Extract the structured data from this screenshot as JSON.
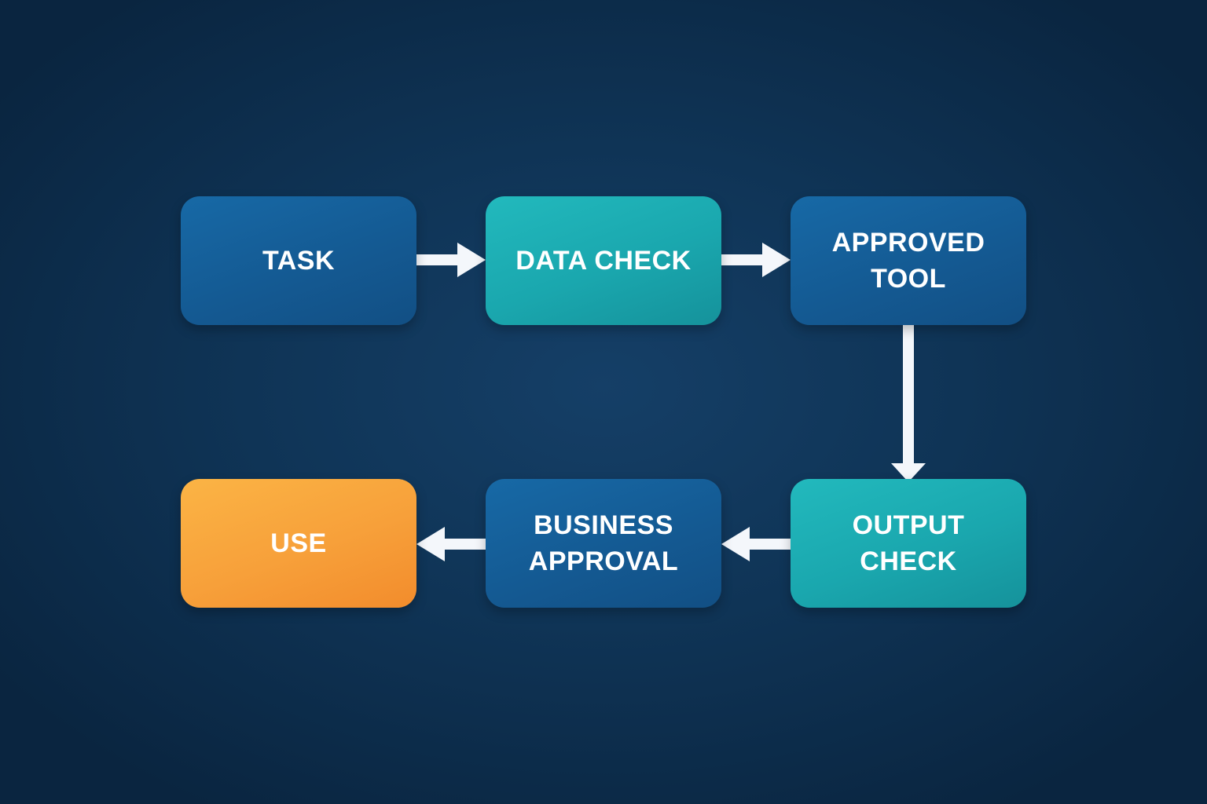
{
  "diagram": {
    "nodes": {
      "task": "TASK",
      "data_check": "DATA CHECK",
      "approved_tool": "APPROVED\nTOOL",
      "output_check": "OUTPUT\nCHECK",
      "business_approval": "BUSINESS\nAPPROVAL",
      "use": "USE"
    },
    "colors": {
      "background": "#0f3456",
      "blue_node": "#145a93",
      "teal_node": "#1aa7ae",
      "orange_node": "#f7a03a",
      "arrow": "#ffffff",
      "text": "#ffffff"
    }
  }
}
